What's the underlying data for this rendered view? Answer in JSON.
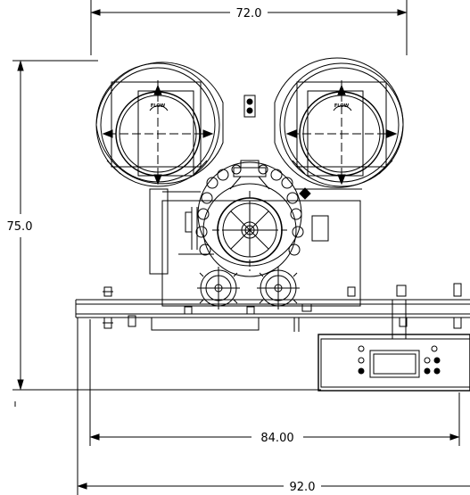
{
  "dimensions": {
    "top_width": "72.0",
    "overall_height": "75.0",
    "base_width": "84.00",
    "overall_width": "92.0"
  },
  "labels": {
    "flow_left": "FLOW",
    "flow_right": "FLOW"
  },
  "colors": {
    "line": "#000000",
    "background": "#ffffff"
  }
}
